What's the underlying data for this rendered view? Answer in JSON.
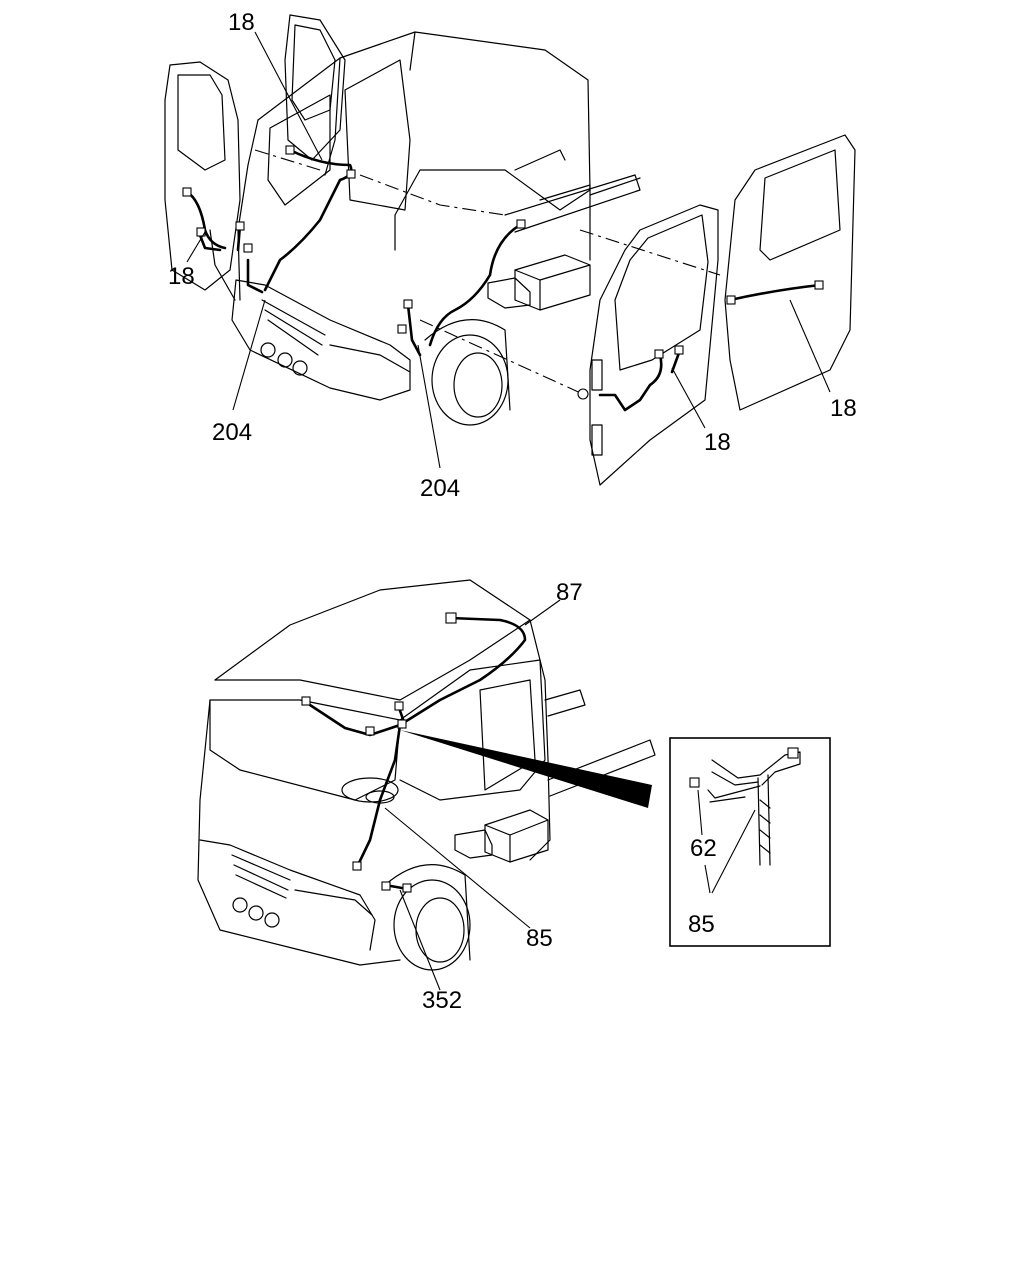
{
  "callouts": {
    "top_18_a": "18",
    "top_18_b": "18",
    "top_18_c": "18",
    "top_18_d": "18",
    "top_204_a": "204",
    "top_204_b": "204",
    "bottom_87": "87",
    "bottom_85": "85",
    "bottom_352": "352",
    "inset_62": "62",
    "inset_85": "85"
  }
}
